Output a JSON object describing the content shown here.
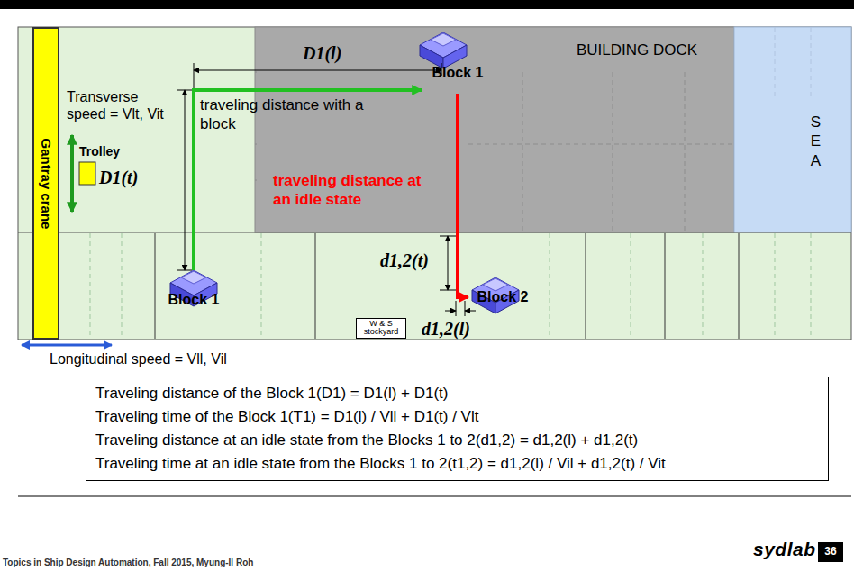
{
  "diagram": {
    "nodes": [
      {
        "text": [
          "Gantray crane"
        ]
      },
      {
        "text": [
          "BUILDING DOCK"
        ]
      },
      {
        "text": [
          "Block 1"
        ],
        "in": 1
      },
      {
        "text": [
          "S E A"
        ]
      },
      {
        "text": [
          "Block 1"
        ]
      },
      {
        "text": [
          "W & S stockyard"
        ]
      },
      {
        "text": [
          "Block 2"
        ]
      },
      {
        "text": [
          "Traveling distance of the Block 1(D1) = D1(l) + D1(t)",
          "Traveling time of the Block 1(T1) = D1(l) / Vll + D1(t) / Vlt",
          "Traveling distance at an idle state from the Blocks 1 to 2(d1,2) = d1,2(l) + d1,2(t)",
          "Traveling time at an idle state from the Blocks 1 to 2(t1,2) = d1,2(l) / Vil + d1,2(t) / Vit"
        ]
      }
    ],
    "edges": [
      {
        "from": 4,
        "to": 2,
        "arrow": "to",
        "label": "traveling distance with a block"
      },
      {
        "from": 2,
        "to": 6,
        "arrow": "to",
        "label": "traveling distance at an idle state"
      }
    ],
    "labels": [
      "Transverse speed = Vlt, Vit",
      "Trolley",
      "D1(l)",
      "D1(t)",
      "d1,2(t)",
      "d1,2(l)",
      "Longitudinal speed = Vll, Vil",
      "Topics in Ship Design Automation, Fall 2015, Myung-Il Roh",
      "sydlab",
      "36"
    ]
  }
}
